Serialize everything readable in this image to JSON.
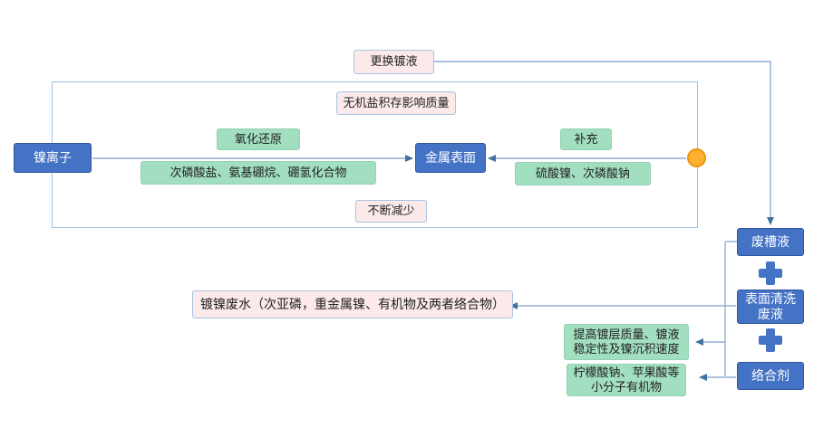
{
  "colors": {
    "node_blue": "#4472C4",
    "node_green": "#A2DEC0",
    "node_pink_bg": "#FBEAE9",
    "node_pink_border": "#A9C4E4",
    "connector_line": "#8FAFD4",
    "arrowhead": "#41719C",
    "circle_orange": "#FFB02E",
    "boundary_rect": "#9DC3E6"
  },
  "nodes": {
    "replace_bath": "更换镀液",
    "inorganic_buildup": "无机盐积存影响质量",
    "nickel_ion": "镍离子",
    "oxidation_reduction": "氧化还原",
    "reducing_agents": "次磷酸盐、氨基硼烷、硼氢化合物",
    "metal_surface": "金属表面",
    "replenish": "补充",
    "replenish_salts": "硫酸镍、次磷酸钠",
    "decreasing": "不断减少",
    "waste_bath": "废槽液",
    "surface_cleaning_waste": "表面清洗废液",
    "complexing_agent": "络合剂",
    "plating_wastewater": "镀镍废水（次亚磷，重金属镍、有机物及两者络合物）",
    "complexing_function": "提高镀层质量、镀液稳定性及镍沉积速度",
    "complexing_examples": "柠檬酸钠、苹果酸等小分子有机物"
  }
}
